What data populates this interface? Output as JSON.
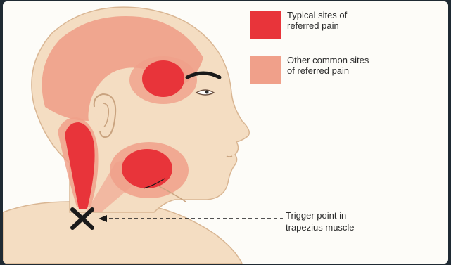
{
  "colors": {
    "typical": "#e8343a",
    "other": "#f0a08a",
    "skin": "#f4ddc2",
    "skin_outline": "#d9b693",
    "stroke": "#1a1a1a",
    "background": "#fdfcf8"
  },
  "legend": {
    "typical_label": "Typical sites of\nreferred pain",
    "other_label": "Other common sites\nof referred pain"
  },
  "callout": {
    "trigger_label": "Trigger point in\ntrapezius muscle"
  },
  "icons": {
    "trigger_marker": "x-mark-icon"
  }
}
